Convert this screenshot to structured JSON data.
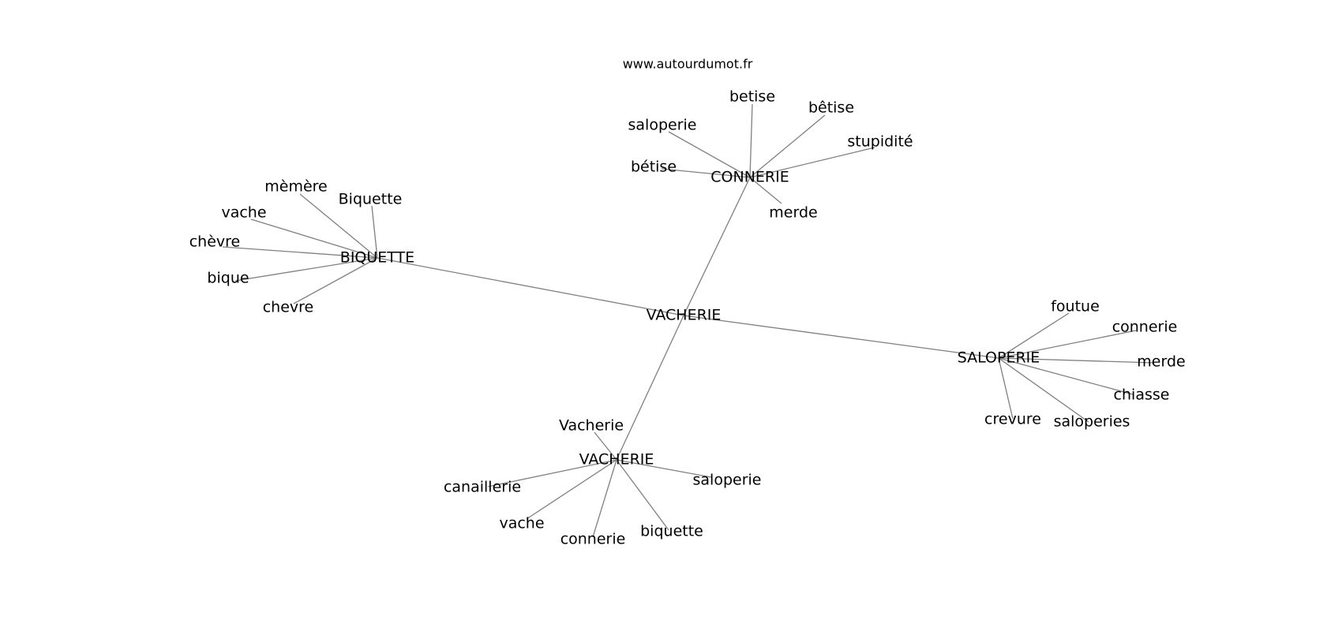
{
  "site_label": "www.autourdumot.fr",
  "colors": {
    "edge": "#7f7f7f",
    "text": "#000000",
    "background": "#ffffff"
  },
  "graph": {
    "center": {
      "label": "VACHERIE"
    },
    "hubs": [
      {
        "id": "connerie",
        "label": "CONNERIE",
        "leaves": [
          "betise",
          "bêtise",
          "saloperie",
          "stupidité",
          "bétise",
          "merde"
        ]
      },
      {
        "id": "biquette",
        "label": "BIQUETTE",
        "leaves": [
          "mèmère",
          "Biquette",
          "vache",
          "chèvre",
          "bique",
          "chevre"
        ]
      },
      {
        "id": "saloperie",
        "label": "SALOPERIE",
        "leaves": [
          "foutue",
          "connerie",
          "merde",
          "chiasse",
          "crevure",
          "saloperies"
        ]
      },
      {
        "id": "vacherie",
        "label": "VACHERIE",
        "leaves": [
          "Vacherie",
          "saloperie",
          "canaillerie",
          "vache",
          "biquette",
          "connerie"
        ]
      }
    ]
  }
}
